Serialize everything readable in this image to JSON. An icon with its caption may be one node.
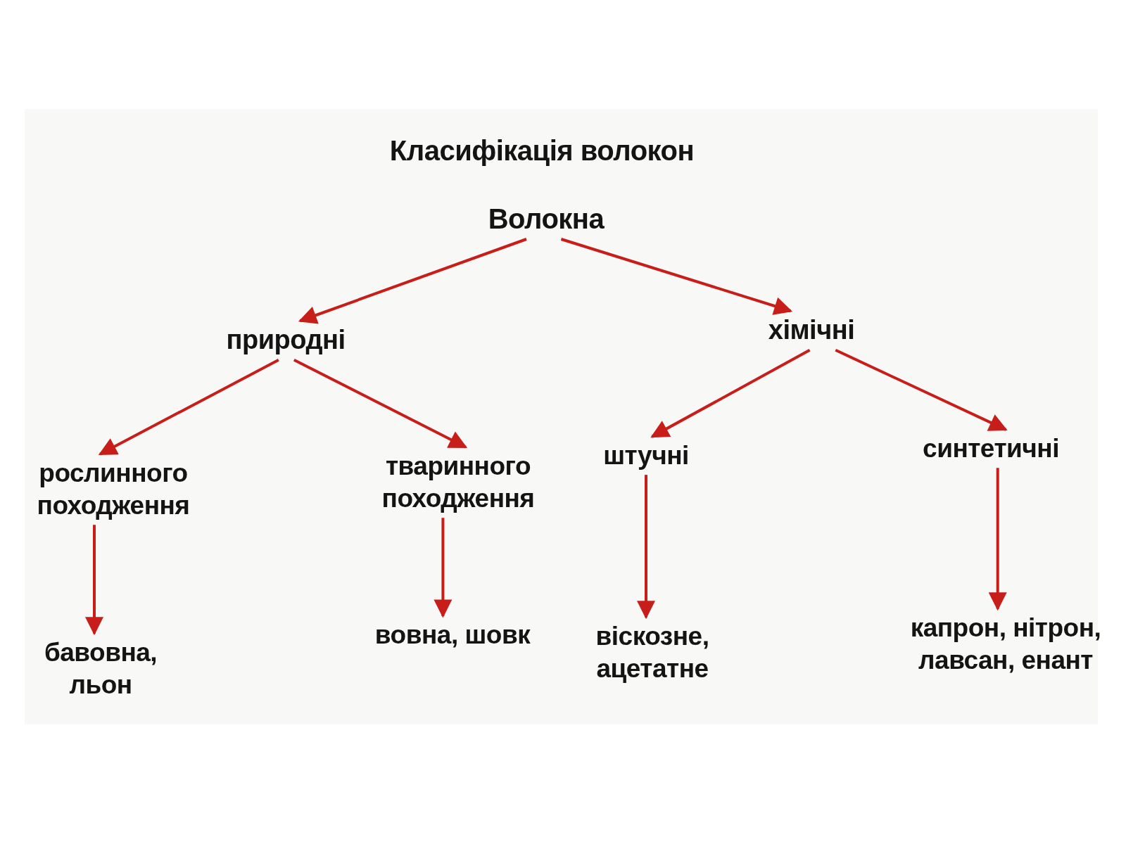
{
  "diagram": {
    "title": "Класифікація волокон",
    "nodes": [
      {
        "text": [
          "Волокна"
        ]
      },
      {
        "text": [
          "природні"
        ]
      },
      {
        "text": [
          "хімічні"
        ]
      },
      {
        "text": [
          "рослинного походження"
        ]
      },
      {
        "text": [
          "тваринного походження"
        ]
      },
      {
        "text": [
          "штучні"
        ]
      },
      {
        "text": [
          "синтетичні"
        ]
      },
      {
        "text": [
          "бавовна, льон"
        ]
      },
      {
        "text": [
          "вовна, шовк"
        ]
      },
      {
        "text": [
          "віскозне, ацетатне"
        ]
      },
      {
        "text": [
          "капрон, нітрон, лавсан, енант"
        ]
      }
    ],
    "edges": [
      {
        "from": 0,
        "to": 1,
        "arrow": "to"
      },
      {
        "from": 0,
        "to": 2,
        "arrow": "to"
      },
      {
        "from": 1,
        "to": 3,
        "arrow": "to"
      },
      {
        "from": 1,
        "to": 4,
        "arrow": "to"
      },
      {
        "from": 2,
        "to": 5,
        "arrow": "to"
      },
      {
        "from": 2,
        "to": 6,
        "arrow": "to"
      },
      {
        "from": 3,
        "to": 7,
        "arrow": "to"
      },
      {
        "from": 4,
        "to": 8,
        "arrow": "to"
      },
      {
        "from": 5,
        "to": 9,
        "arrow": "to"
      },
      {
        "from": 6,
        "to": 10,
        "arrow": "to"
      }
    ]
  }
}
